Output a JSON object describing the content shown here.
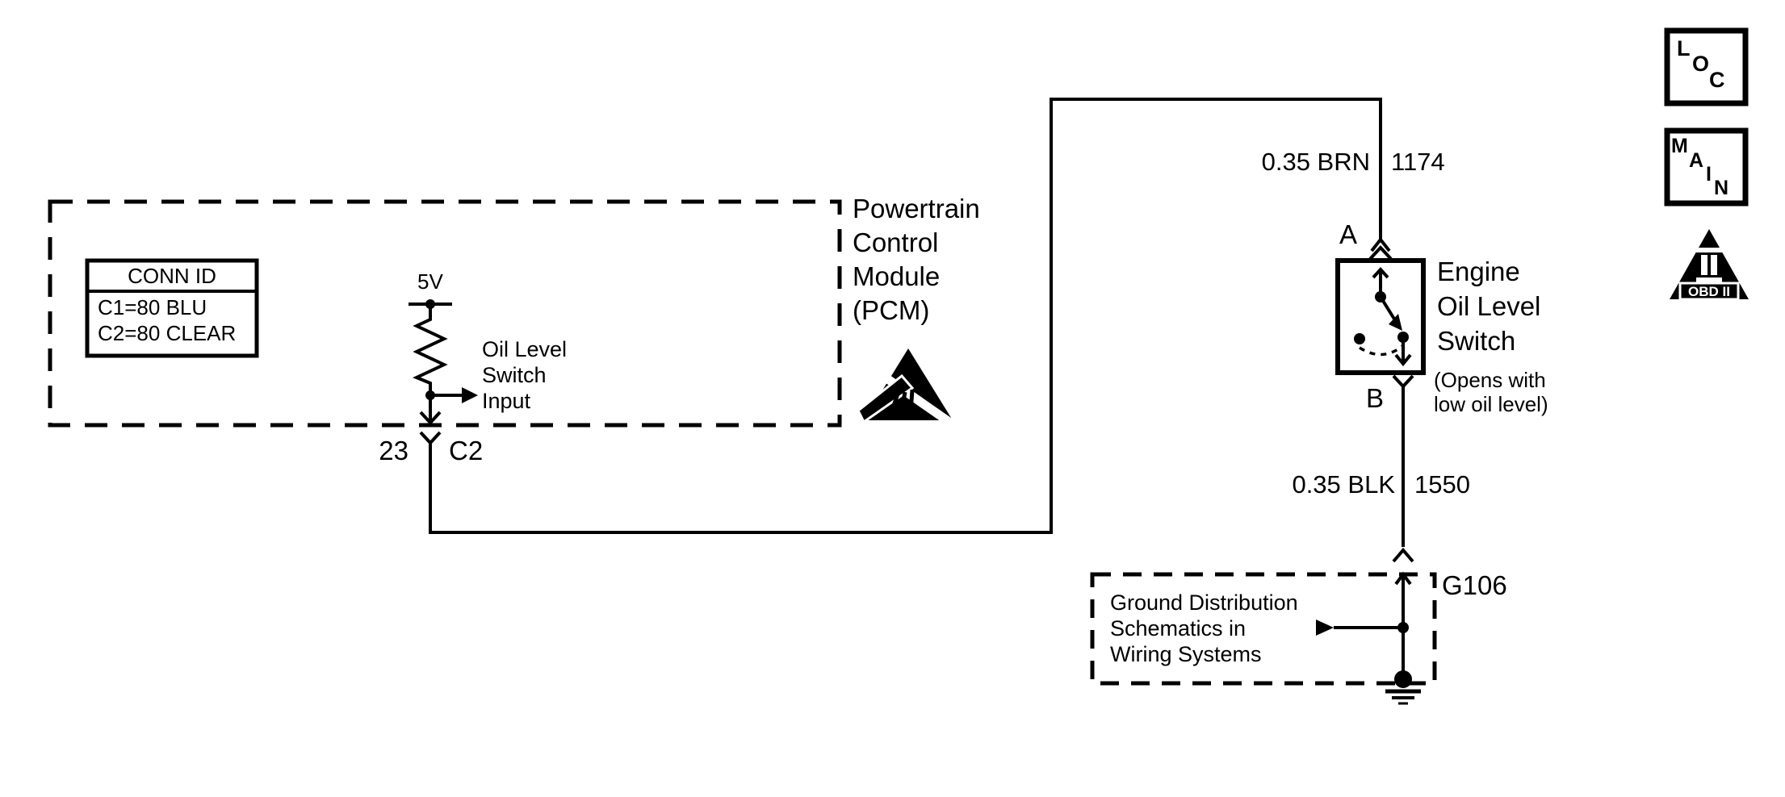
{
  "pcm": {
    "title_lines": [
      "Powertrain",
      "Control",
      "Module",
      "(PCM)"
    ],
    "conn_id_table": {
      "header": "CONN ID",
      "rows": [
        "C1=80 BLU",
        "C2=80 CLEAR"
      ]
    },
    "supply_label": "5V",
    "input_label_lines": [
      "Oil Level",
      "Switch",
      "Input"
    ],
    "pin_number": "23",
    "connector_id": "C2"
  },
  "wires": {
    "signal": {
      "label": "0.35 BRN",
      "circuit_number": "1174"
    },
    "ground": {
      "label": "0.35 BLK",
      "circuit_number": "1550"
    }
  },
  "oil_level_switch": {
    "terminal_top": "A",
    "terminal_bottom": "B",
    "name_lines": [
      "Engine",
      "Oil Level",
      "Switch"
    ],
    "note_lines": [
      "(Opens with",
      "low oil level)"
    ]
  },
  "ground": {
    "id": "G106",
    "reference_lines": [
      "Ground Distribution",
      "Schematics in",
      "Wiring Systems"
    ]
  },
  "legend": {
    "loc_badge": {
      "letters": [
        "L",
        "O",
        "C"
      ]
    },
    "main_badge": {
      "letters": [
        "M",
        "A",
        "I",
        "N"
      ]
    },
    "obd_badge": {
      "label": "OBD II"
    }
  },
  "colors": {
    "ink": "#000000",
    "background": "#ffffff"
  }
}
